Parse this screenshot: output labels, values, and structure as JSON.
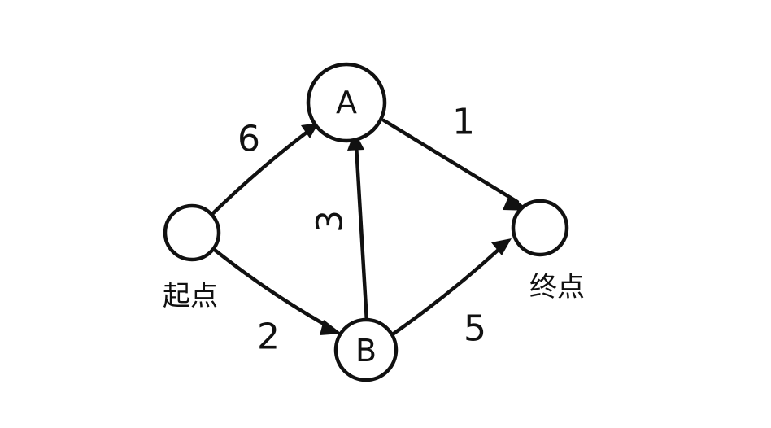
{
  "nodes": {
    "start": {
      "label": "",
      "caption": "起点"
    },
    "a": {
      "label": "A"
    },
    "b": {
      "label": "B"
    },
    "end": {
      "label": "",
      "caption": "终点"
    }
  },
  "edges": {
    "start_a": {
      "from": "start",
      "to": "a",
      "weight": "6"
    },
    "start_b": {
      "from": "start",
      "to": "b",
      "weight": "2"
    },
    "b_a": {
      "from": "b",
      "to": "a",
      "weight": "3"
    },
    "a_end": {
      "from": "a",
      "to": "end",
      "weight": "1"
    },
    "b_end": {
      "from": "b",
      "to": "end",
      "weight": "5"
    }
  }
}
